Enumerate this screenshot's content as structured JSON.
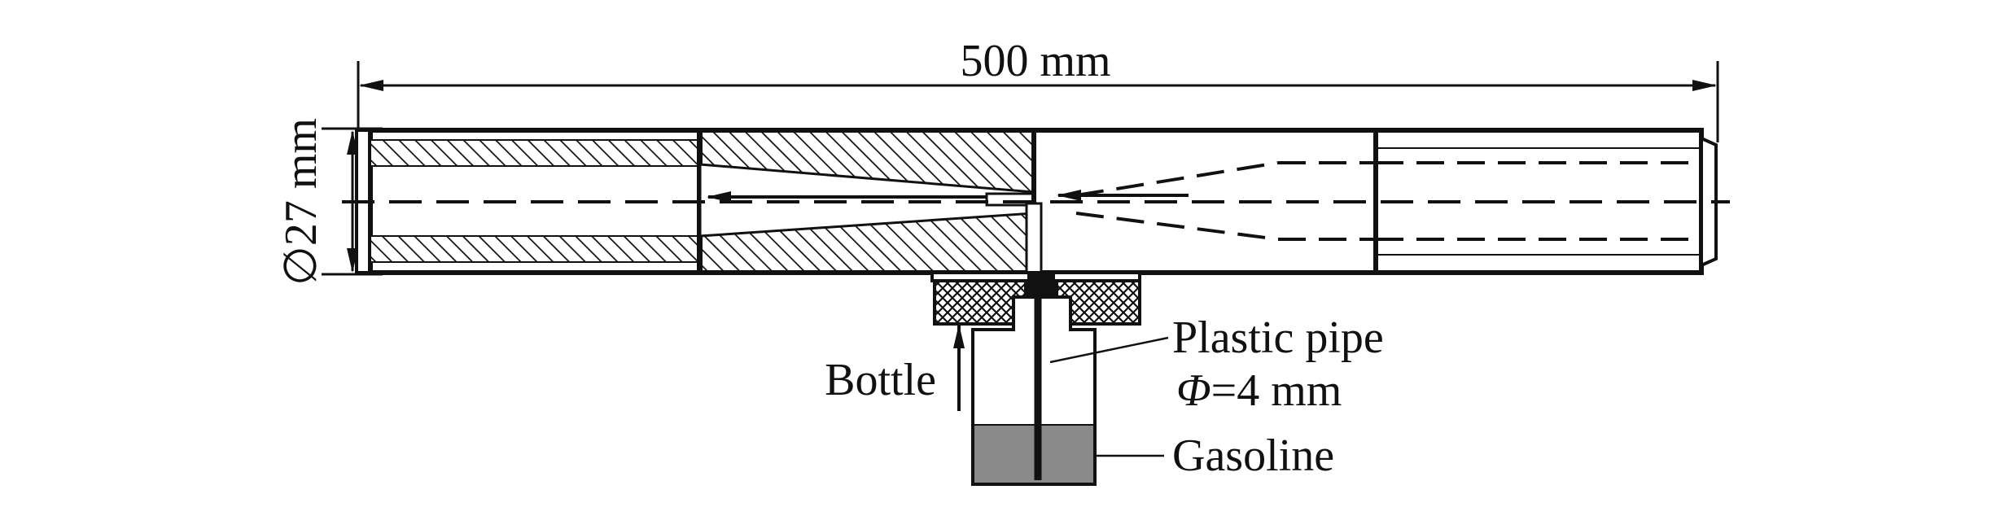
{
  "labels": {
    "length": "500 mm",
    "diameter": "∅27 mm",
    "plastic_pipe": "Plastic pipe",
    "pipe_diameter_symbol": "Φ",
    "pipe_diameter_value": "=4 mm",
    "bottle": "Bottle",
    "gasoline": "Gasoline"
  },
  "colors": {
    "line": "#111111",
    "hatch": "#111111",
    "fuel": "#8a8a8a",
    "background": "#ffffff"
  }
}
